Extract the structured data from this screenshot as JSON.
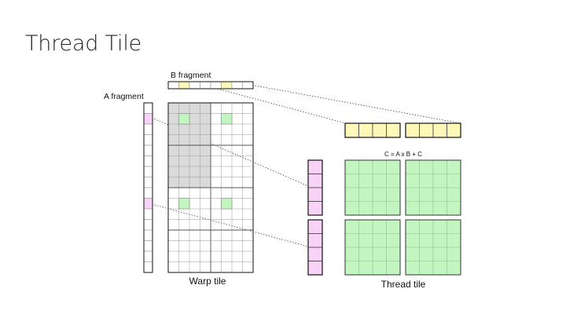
{
  "slide": {
    "title": "Thread Tile"
  },
  "diagram": {
    "b_fragment_label": "B fragment",
    "a_fragment_label": "A fragment",
    "warp_tile_label": "Warp tile",
    "thread_tile_label": "Thread tile",
    "equation_label": "C = A x B + C",
    "colors": {
      "a_fragment": "#f9d3f7",
      "b_fragment": "#fdf7b8",
      "accumulator": "#c3f5c0",
      "warp_shade": "#dadada",
      "grid_line": "#999999",
      "outline": "#111111"
    }
  }
}
